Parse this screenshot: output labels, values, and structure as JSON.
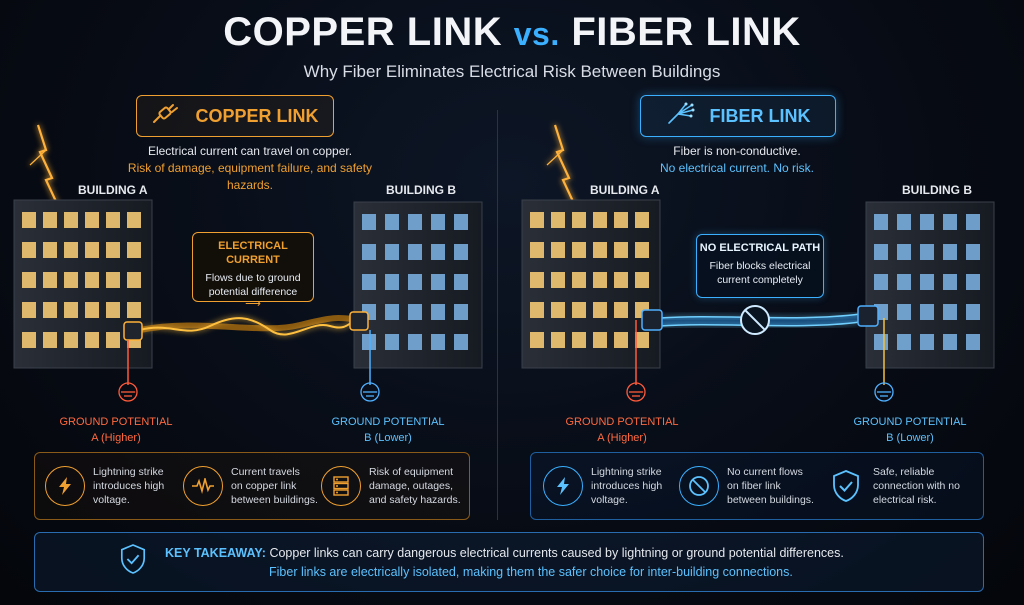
{
  "title": {
    "left": "COPPER LINK",
    "vs": "vs.",
    "right": "FIBER LINK"
  },
  "subtitle": "Why Fiber Eliminates Electrical Risk Between Buildings",
  "colors": {
    "copper": "#f0a030",
    "fiber": "#3ab0ff",
    "danger": "#ff5a3a",
    "safe": "#4fc3ff"
  },
  "copper": {
    "header": "COPPER LINK",
    "desc_line1": "Electrical current can travel on copper.",
    "desc_line2": "Risk of damage, equipment failure, and safety hazards.",
    "building_a": "BUILDING A",
    "building_b": "BUILDING B",
    "callout_title": "ELECTRICAL CURRENT",
    "callout_line1": "Flows due to ground",
    "callout_line2": "potential difference",
    "ground_a_line1": "GROUND POTENTIAL",
    "ground_a_line2": "A (Higher)",
    "ground_b_line1": "GROUND POTENTIAL",
    "ground_b_line2": "B (Lower)",
    "items": [
      {
        "icon": "lightning-bolt-icon",
        "line1": "Lightning strike",
        "line2": "introduces high",
        "line3": "voltage."
      },
      {
        "icon": "waveform-icon",
        "line1": "Current travels",
        "line2": "on copper link",
        "line3": "between buildings."
      },
      {
        "icon": "server-rack-icon",
        "line1": "Risk of equipment",
        "line2": "damage, outages,",
        "line3": "and safety hazards."
      }
    ]
  },
  "fiber": {
    "header": "FIBER LINK",
    "desc_line1": "Fiber is non-conductive.",
    "desc_line2": "No electrical current. No risk.",
    "building_a": "BUILDING A",
    "building_b": "BUILDING B",
    "callout_title": "NO ELECTRICAL PATH",
    "callout_line1": "Fiber blocks electrical",
    "callout_line2": "current completely",
    "ground_a_line1": "GROUND POTENTIAL",
    "ground_a_line2": "A (Higher)",
    "ground_b_line1": "GROUND POTENTIAL",
    "ground_b_line2": "B (Lower)",
    "items": [
      {
        "icon": "lightning-bolt-icon",
        "line1": "Lightning strike",
        "line2": "introduces high",
        "line3": "voltage."
      },
      {
        "icon": "no-symbol-icon",
        "line1": "No current flows",
        "line2": "on fiber link",
        "line3": "between buildings."
      },
      {
        "icon": "shield-check-icon",
        "line1": "Safe, reliable",
        "line2": "connection with no",
        "line3": "electrical risk."
      }
    ]
  },
  "takeaway": {
    "label": "KEY TAKEAWAY:",
    "line1": "Copper links can carry dangerous electrical currents caused by lightning or ground potential differences.",
    "line2": "Fiber links are electrically isolated, making them the safer choice for inter-building connections."
  }
}
